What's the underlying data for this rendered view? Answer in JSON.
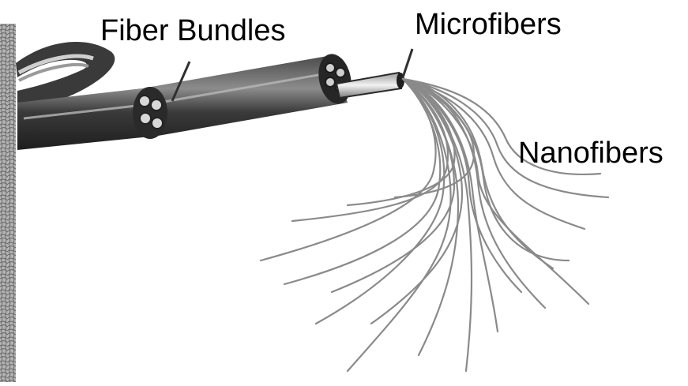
{
  "labels": {
    "fiber_bundles": "Fiber Bundles",
    "microfibers": "Microfibers",
    "nanofibers": "Nanofibers"
  },
  "colors": {
    "background": "#ffffff",
    "fiber_dark": "#2b2b2b",
    "fiber_mid": "#6e6e6e",
    "fiber_light": "#bdbdbd",
    "strand": "#8a8a8a",
    "texture_strip": "#9a9a9a"
  },
  "icons": {
    "fiber_illustration": "fiber-hierarchy-illustration",
    "texture": "fibrous-texture-strip"
  }
}
